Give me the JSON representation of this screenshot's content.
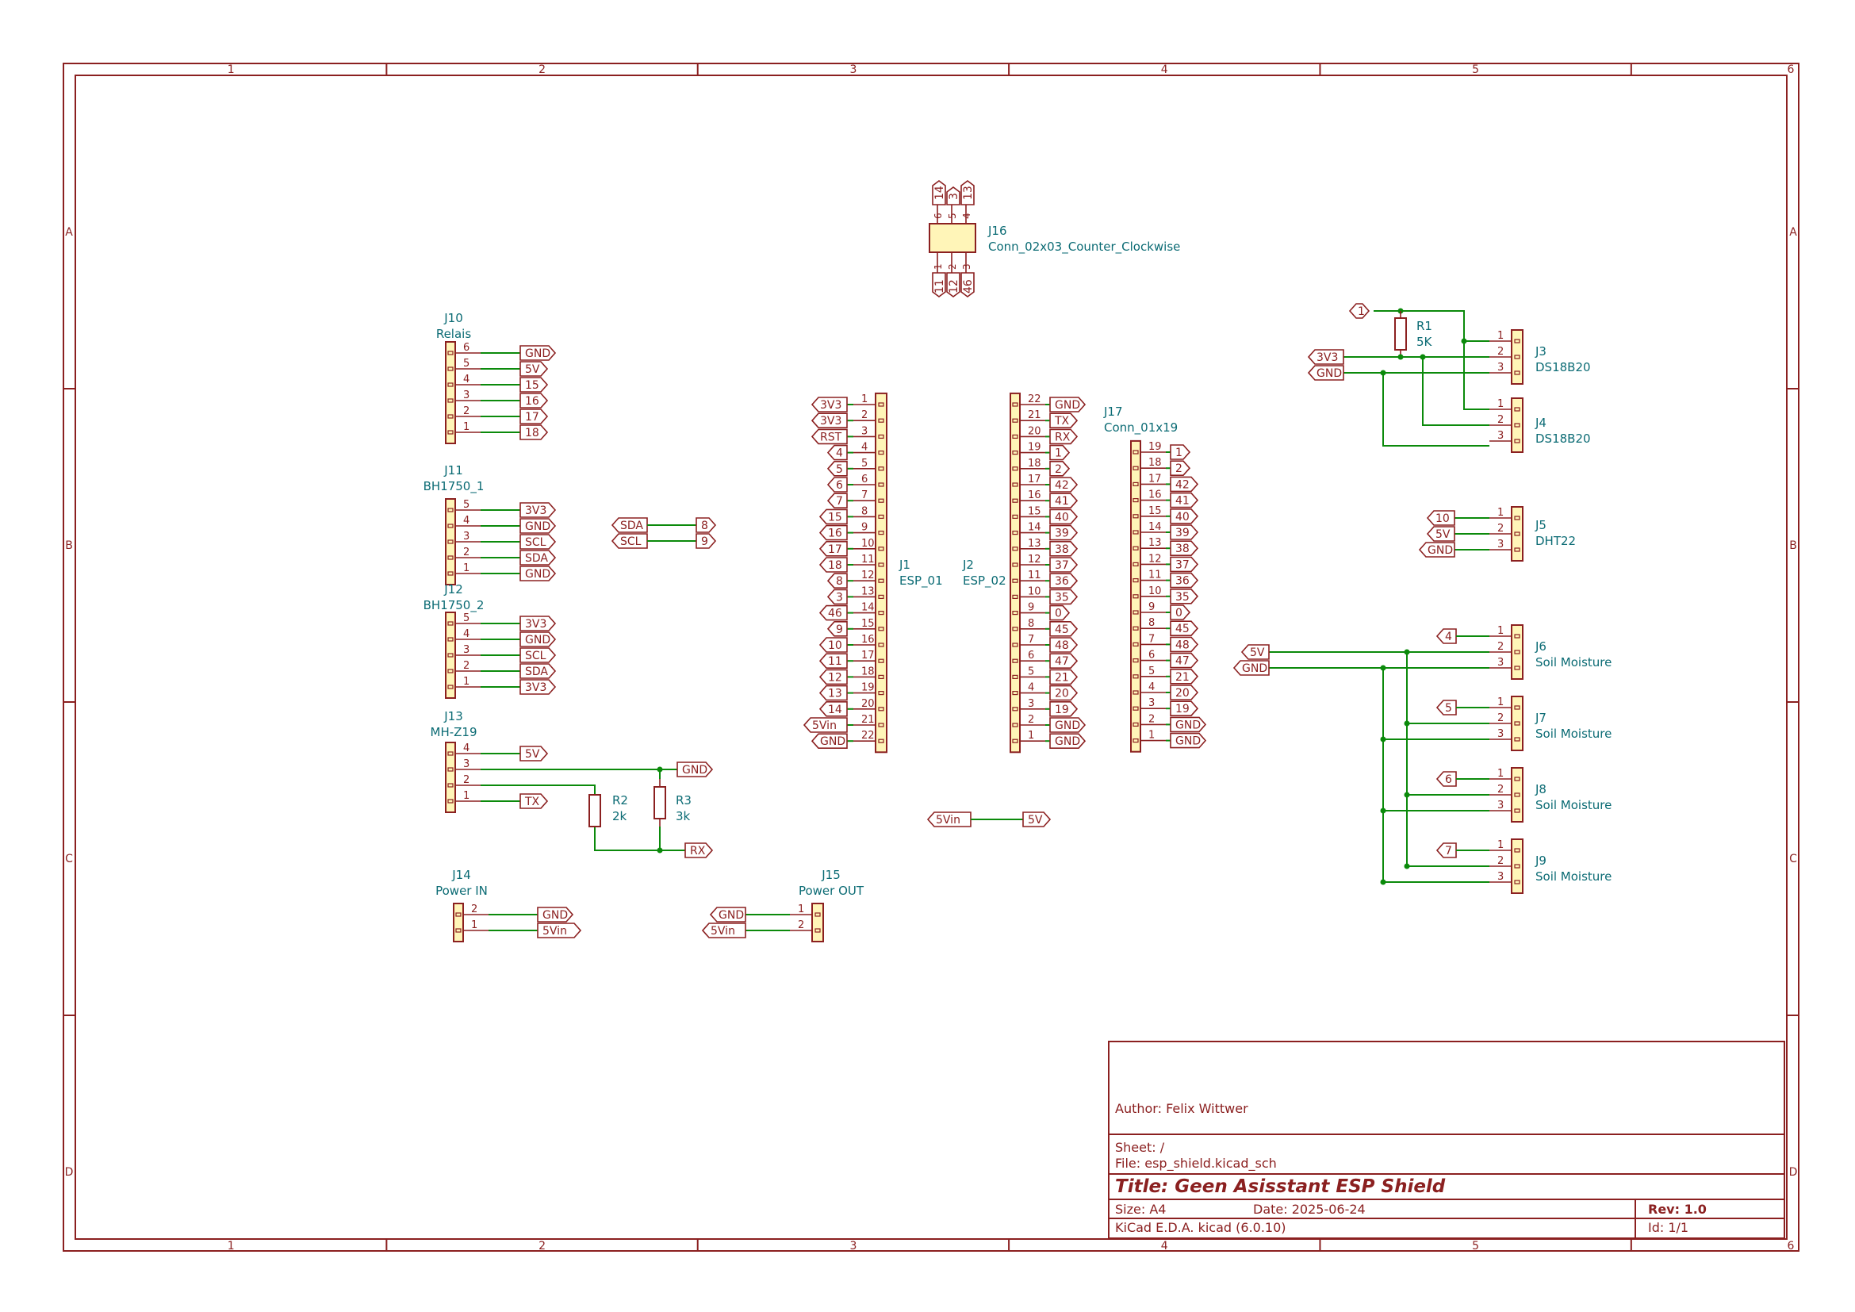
{
  "colors": {
    "frame": "#8b2020",
    "wire": "#0b8a0b",
    "body_fill": "#fff5b8",
    "label": "#0b6b74",
    "text": "#8b2020"
  },
  "frame": {
    "cols": [
      "1",
      "2",
      "3",
      "4",
      "5",
      "6"
    ],
    "rows": [
      "A",
      "B",
      "C",
      "D"
    ]
  },
  "title_block": {
    "author": "Author: Felix Wittwer",
    "sheet": "Sheet: /",
    "file": "File: esp_shield.kicad_sch",
    "title": "Title: Geen Asisstant ESP Shield",
    "size": "Size: A4",
    "date": "Date: 2025-06-24",
    "rev": "Rev: 1.0",
    "tool": "KiCad E.D.A.  kicad (6.0.10)",
    "id": "Id: 1/1"
  },
  "connectors": {
    "J16": {
      "ref": "J16",
      "value": "Conn_02x03_Counter_Clockwise",
      "top_pins": [
        "6",
        "5",
        "4"
      ],
      "top_nets": [
        "14",
        "3",
        "13"
      ],
      "bottom_pins": [
        "1",
        "2",
        "3"
      ],
      "bottom_nets": [
        "11",
        "12",
        "46"
      ]
    },
    "J10": {
      "ref": "J10",
      "value": "Relais",
      "pins": [
        "6",
        "5",
        "4",
        "3",
        "2",
        "1"
      ],
      "nets": [
        "GND",
        "5V",
        "15",
        "16",
        "17",
        "18"
      ]
    },
    "J11": {
      "ref": "J11",
      "value": "BH1750_1",
      "pins": [
        "5",
        "4",
        "3",
        "2",
        "1"
      ],
      "nets": [
        "3V3",
        "GND",
        "SCL",
        "SDA",
        "GND"
      ]
    },
    "J12": {
      "ref": "J12",
      "value": "BH1750_2",
      "pins": [
        "5",
        "4",
        "3",
        "2",
        "1"
      ],
      "nets": [
        "3V3",
        "GND",
        "SCL",
        "SDA",
        "3V3"
      ]
    },
    "J13": {
      "ref": "J13",
      "value": "MH-Z19",
      "pins": [
        "4",
        "3",
        "2",
        "1"
      ],
      "nets": [
        "5V",
        "GND",
        "RX",
        "TX"
      ]
    },
    "J14": {
      "ref": "J14",
      "value": "Power IN",
      "pins": [
        "2",
        "1"
      ],
      "nets": [
        "GND",
        "5Vin"
      ]
    },
    "J15": {
      "ref": "J15",
      "value": "Power OUT",
      "pins": [
        "1",
        "2"
      ],
      "nets": [
        "GND",
        "5Vin"
      ]
    },
    "J1": {
      "ref": "J1",
      "value": "ESP_01",
      "pins": [
        "1",
        "2",
        "3",
        "4",
        "5",
        "6",
        "7",
        "8",
        "9",
        "10",
        "11",
        "12",
        "13",
        "14",
        "15",
        "16",
        "17",
        "18",
        "19",
        "20",
        "21",
        "22"
      ],
      "nets": [
        "3V3",
        "3V3",
        "RST",
        "4",
        "5",
        "6",
        "7",
        "15",
        "16",
        "17",
        "18",
        "8",
        "3",
        "46",
        "9",
        "10",
        "11",
        "12",
        "13",
        "14",
        "5Vin",
        "GND"
      ]
    },
    "J2": {
      "ref": "J2",
      "value": "ESP_02",
      "pins": [
        "22",
        "21",
        "20",
        "19",
        "18",
        "17",
        "16",
        "15",
        "14",
        "13",
        "12",
        "11",
        "10",
        "9",
        "8",
        "7",
        "6",
        "5",
        "4",
        "3",
        "2",
        "1"
      ],
      "nets": [
        "GND",
        "TX",
        "RX",
        "1",
        "2",
        "42",
        "41",
        "40",
        "39",
        "38",
        "37",
        "36",
        "35",
        "0",
        "45",
        "48",
        "47",
        "21",
        "20",
        "19",
        "GND",
        "GND"
      ]
    },
    "J17": {
      "ref": "J17",
      "value": "Conn_01x19",
      "pins": [
        "19",
        "18",
        "17",
        "16",
        "15",
        "14",
        "13",
        "12",
        "11",
        "10",
        "9",
        "8",
        "7",
        "6",
        "5",
        "4",
        "3",
        "2",
        "1"
      ],
      "nets": [
        "1",
        "2",
        "42",
        "41",
        "40",
        "39",
        "38",
        "37",
        "36",
        "35",
        "0",
        "45",
        "48",
        "47",
        "21",
        "20",
        "19",
        "GND",
        "GND"
      ]
    },
    "J3": {
      "ref": "J3",
      "value": "DS18B20",
      "pins": [
        "1",
        "2",
        "3"
      ]
    },
    "J4": {
      "ref": "J4",
      "value": "DS18B20",
      "pins": [
        "1",
        "2",
        "3"
      ]
    },
    "J5": {
      "ref": "J5",
      "value": "DHT22",
      "pins": [
        "1",
        "2",
        "3"
      ],
      "nets": [
        "10",
        "5V",
        "GND"
      ]
    },
    "J6": {
      "ref": "J6",
      "value": "Soil Moisture",
      "pins": [
        "1",
        "2",
        "3"
      ],
      "net": "4"
    },
    "J7": {
      "ref": "J7",
      "value": "Soil Moisture",
      "pins": [
        "1",
        "2",
        "3"
      ],
      "net": "5"
    },
    "J8": {
      "ref": "J8",
      "value": "Soil Moisture",
      "pins": [
        "1",
        "2",
        "3"
      ],
      "net": "6"
    },
    "J9": {
      "ref": "J9",
      "value": "Soil Moisture",
      "pins": [
        "1",
        "2",
        "3"
      ],
      "net": "7"
    }
  },
  "resistors": {
    "R1": {
      "ref": "R1",
      "value": "5K"
    },
    "R2": {
      "ref": "R2",
      "value": "2k"
    },
    "R3": {
      "ref": "R3",
      "value": "3k"
    }
  },
  "labels": {
    "gnd": "GND",
    "rx": "RX",
    "v5": "5V",
    "v5in": "5Vin",
    "v3v3": "3V3",
    "sda": "SDA",
    "scl": "SCL",
    "n8": "8",
    "n9": "9",
    "n1": "1"
  }
}
